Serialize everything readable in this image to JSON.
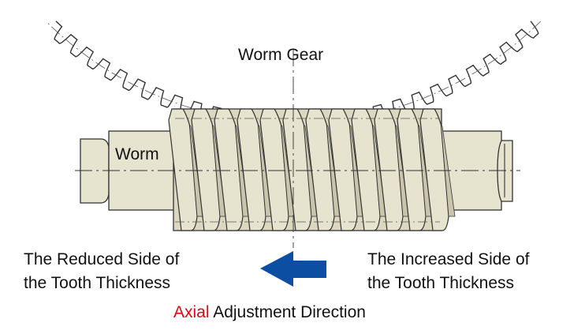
{
  "labels": {
    "worm_gear": "Worm Gear",
    "worm": "Worm",
    "reduced_side_line1": "The Reduced Side of",
    "reduced_side_line2": "the Tooth Thickness",
    "increased_side_line1": "The Increased Side of",
    "increased_side_line2": "the Tooth Thickness",
    "direction_accent": "Axial",
    "direction_rest": " Adjustment Direction"
  },
  "arrow": {
    "direction": "left",
    "color": "#0b4ea2"
  },
  "colors": {
    "worm_body": "#e6e3cf",
    "worm_shade": "#c9c5ad",
    "outline": "#333333",
    "accent": "#e30613"
  }
}
